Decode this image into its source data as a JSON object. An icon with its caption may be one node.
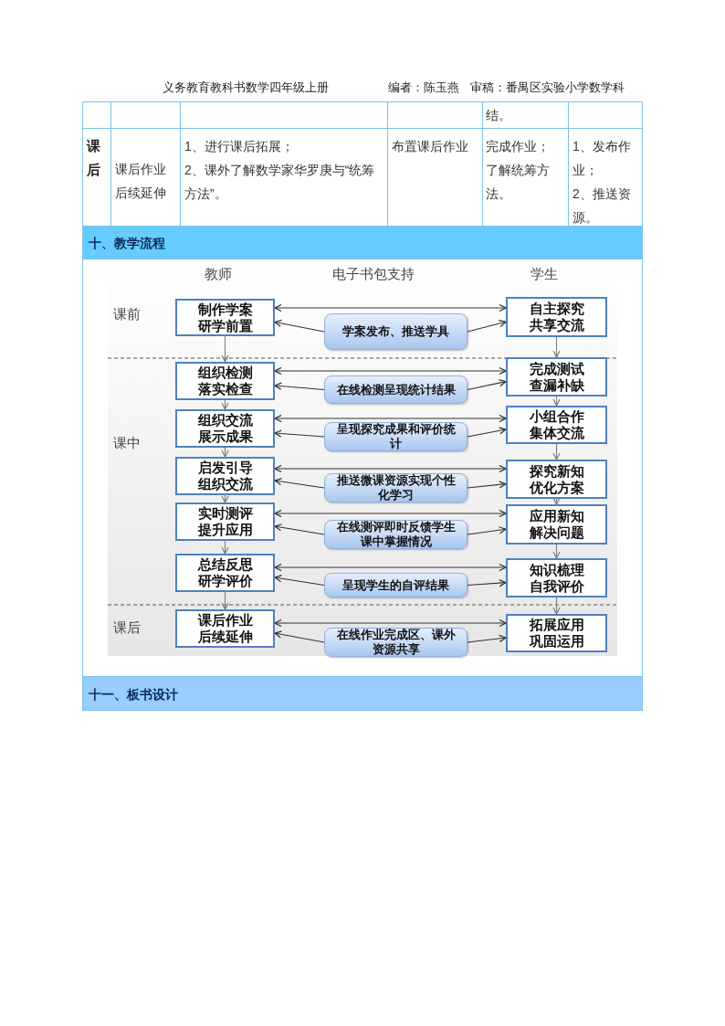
{
  "diagram": {
    "nodes": [
      {
        "text": [
          "制作学案研学前置"
        ]
      },
      {
        "text": [
          "学案发布、推送学具"
        ]
      },
      {
        "text": [
          "自主探究共享交流"
        ]
      },
      {
        "text": [
          "组织检测落实检查"
        ]
      },
      {
        "text": [
          "在线检测呈现统计结果"
        ]
      },
      {
        "text": [
          "完成测试查漏补缺"
        ]
      },
      {
        "text": [
          "组织交流展示成果"
        ]
      },
      {
        "text": [
          "呈现探究成果和评价统计"
        ]
      },
      {
        "text": [
          "小组合作集体交流"
        ]
      },
      {
        "text": [
          "启发引导组织交流"
        ]
      },
      {
        "text": [
          "推送微课资源实现个性化学习"
        ]
      },
      {
        "text": [
          "探究新知优化方案"
        ]
      },
      {
        "text": [
          "实时测评提升应用"
        ]
      },
      {
        "text": [
          "在线测评即时反馈学生课中掌握情况"
        ]
      },
      {
        "text": [
          "应用新知解决问题"
        ]
      },
      {
        "text": [
          "总结反思研学评价"
        ]
      },
      {
        "text": [
          "呈现学生的自评结果"
        ]
      },
      {
        "text": [
          "知识梳理自我评价"
        ]
      },
      {
        "text": [
          "课后作业后续延伸"
        ]
      },
      {
        "text": [
          "在线作业完成区、课外资源共享"
        ]
      },
      {
        "text": [
          "拓展应用巩固运用"
        ]
      }
    ],
    "edges": [
      {
        "from": 0,
        "to": 2,
        "arrow": "both"
      },
      {
        "from": 1,
        "to": 0,
        "arrow": "to"
      },
      {
        "from": 1,
        "to": 2,
        "arrow": "to"
      },
      {
        "from": 3,
        "to": 5,
        "arrow": "both"
      },
      {
        "from": 4,
        "to": 3,
        "arrow": "to"
      },
      {
        "from": 4,
        "to": 5,
        "arrow": "to"
      },
      {
        "from": 6,
        "to": 8,
        "arrow": "both"
      },
      {
        "from": 7,
        "to": 6,
        "arrow": "to"
      },
      {
        "from": 7,
        "to": 8,
        "arrow": "to"
      },
      {
        "from": 9,
        "to": 11,
        "arrow": "both"
      },
      {
        "from": 10,
        "to": 9,
        "arrow": "to"
      },
      {
        "from": 10,
        "to": 11,
        "arrow": "to"
      },
      {
        "from": 12,
        "to": 14,
        "arrow": "both"
      },
      {
        "from": 13,
        "to": 12,
        "arrow": "to"
      },
      {
        "from": 13,
        "to": 14,
        "arrow": "to"
      },
      {
        "from": 15,
        "to": 17,
        "arrow": "both"
      },
      {
        "from": 16,
        "to": 15,
        "arrow": "to"
      },
      {
        "from": 16,
        "to": 17,
        "arrow": "to"
      },
      {
        "from": 18,
        "to": 20,
        "arrow": "both"
      },
      {
        "from": 19,
        "to": 18,
        "arrow": "to"
      },
      {
        "from": 19,
        "to": 20,
        "arrow": "to"
      },
      {
        "from": 0,
        "to": 3,
        "arrow": "to",
        "color": "#7f7f7f"
      },
      {
        "from": 3,
        "to": 6,
        "arrow": "to",
        "color": "#7f7f7f"
      },
      {
        "from": 6,
        "to": 9,
        "arrow": "to",
        "color": "#7f7f7f"
      },
      {
        "from": 9,
        "to": 12,
        "arrow": "to",
        "color": "#7f7f7f"
      },
      {
        "from": 12,
        "to": 15,
        "arrow": "to",
        "color": "#7f7f7f"
      },
      {
        "from": 15,
        "to": 18,
        "arrow": "to",
        "color": "#7f7f7f"
      },
      {
        "from": 2,
        "to": 5,
        "arrow": "to",
        "color": "#7f7f7f"
      },
      {
        "from": 5,
        "to": 8,
        "arrow": "to",
        "color": "#7f7f7f"
      },
      {
        "from": 8,
        "to": 11,
        "arrow": "to",
        "color": "#7f7f7f"
      },
      {
        "from": 11,
        "to": 14,
        "arrow": "to",
        "color": "#7f7f7f"
      },
      {
        "from": 14,
        "to": 17,
        "arrow": "to",
        "color": "#7f7f7f"
      },
      {
        "from": 17,
        "to": 20,
        "arrow": "to",
        "color": "#7f7f7f"
      }
    ],
    "labels": [
      "义务教育教科书数学四年级上册",
      "编者：陈玉燕",
      "审稿：番禺区实验小学数学科",
      "结。",
      "课后",
      "课后作业后续延伸",
      "1、进行课后拓展；",
      "2、课外了解数学家华罗庚与“统筹方法”。",
      "布置课后作业",
      "完成作业；",
      "了解统筹方法。",
      "1、发布作业；",
      "2、推送资源。",
      "十、教学流程",
      "教师",
      "电子书包支持",
      "学生",
      "课前",
      "课中",
      "课后",
      "十一、板书设计"
    ]
  }
}
